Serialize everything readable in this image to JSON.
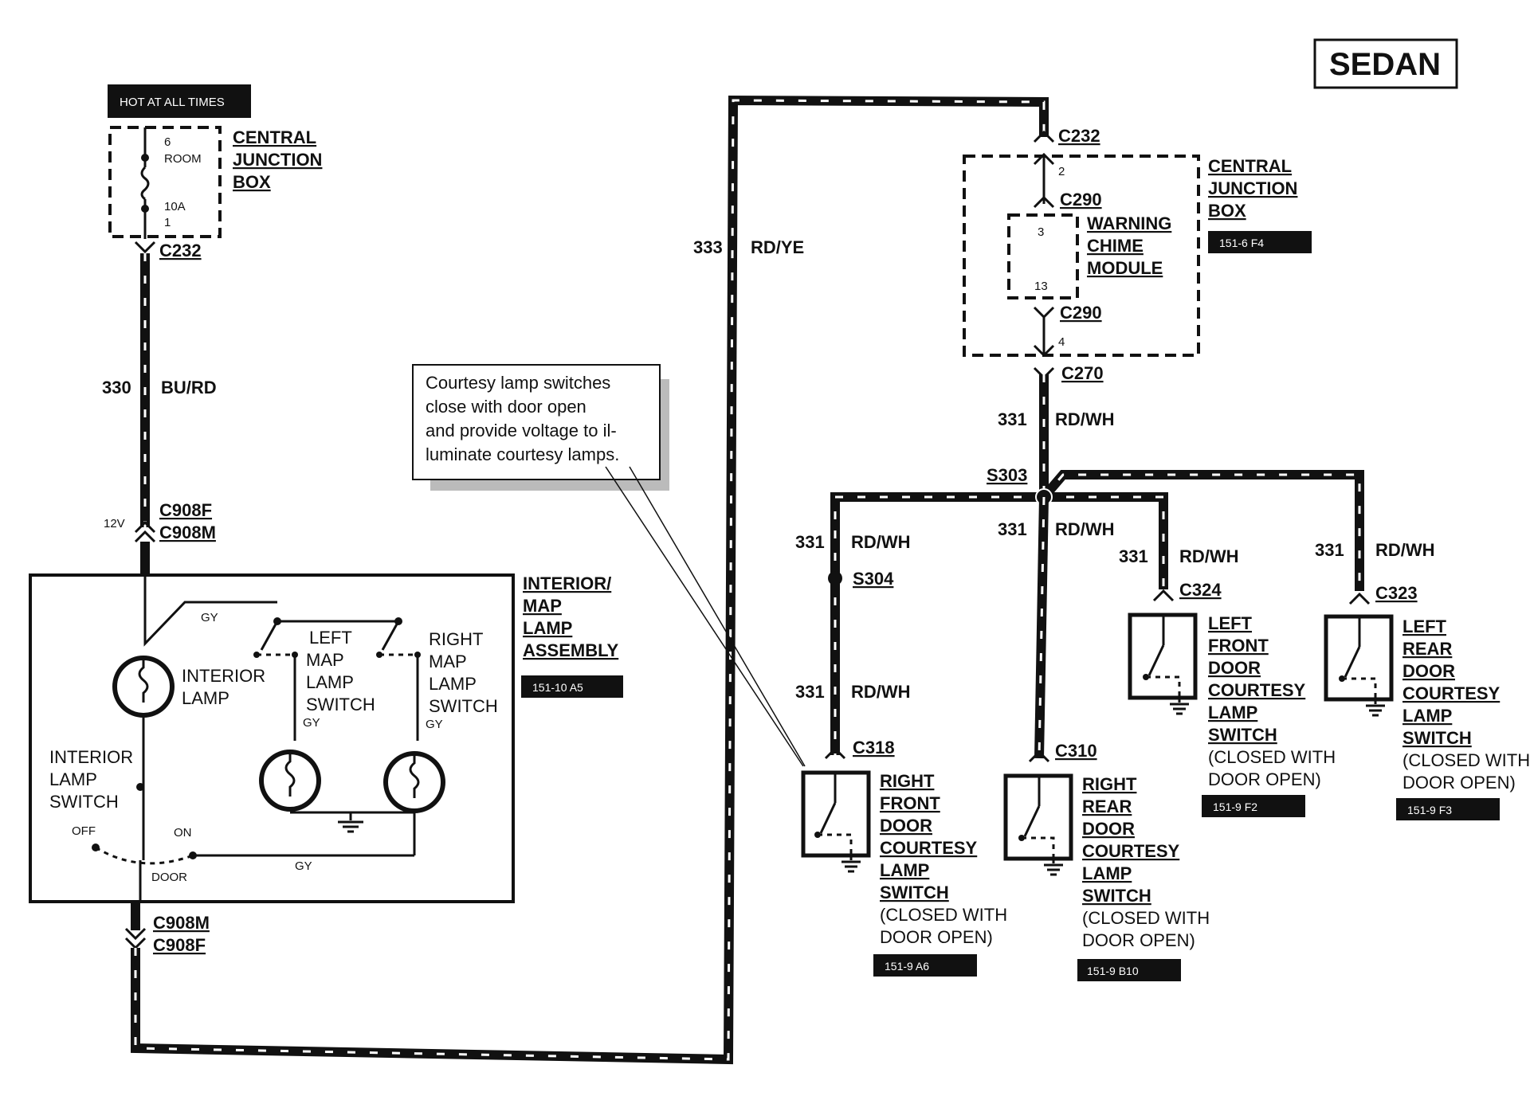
{
  "badge": "SEDAN",
  "left": {
    "hot_label": "HOT AT ALL TIMES",
    "fuse_top_num": "6",
    "fuse_name": "ROOM",
    "fuse_rating": "10A",
    "fuse_bottom_num": "1",
    "cjb": [
      "CENTRAL",
      "JUNCTION",
      "BOX"
    ],
    "c232": "C232",
    "wire_num": "330",
    "wire_color": "BU/RD",
    "voltage": "12V",
    "c908f_top": "C908F",
    "c908m_top": "C908M",
    "gy_top": "GY",
    "left_map": [
      "LEFT",
      "MAP",
      "LAMP",
      "SWITCH"
    ],
    "right_map": [
      "RIGHT",
      "MAP",
      "LAMP",
      "SWITCH"
    ],
    "gy_left": "GY",
    "gy_right": "GY",
    "interior_lamp": [
      "INTERIOR",
      "LAMP"
    ],
    "interior_switch": [
      "INTERIOR",
      "LAMP",
      "SWITCH"
    ],
    "off": "OFF",
    "on": "ON",
    "door": "DOOR",
    "gy_bottom": "GY",
    "assembly": [
      "INTERIOR/",
      "MAP",
      "LAMP",
      "ASSEMBLY"
    ],
    "assembly_ref": "151-10 A5",
    "c908m_bot": "C908M",
    "c908f_bot": "C908F"
  },
  "note": [
    "Courtesy lamp switches",
    "close with door open",
    "and provide voltage to il-",
    "luminate courtesy lamps."
  ],
  "mid": {
    "wire_num": "333",
    "wire_color": "RD/YE"
  },
  "right": {
    "c232": "C232",
    "pin2": "2",
    "c290_top": "C290",
    "pin3": "3",
    "pin13": "13",
    "chime": [
      "WARNING",
      "CHIME",
      "MODULE"
    ],
    "c290_bot": "C290",
    "pin4": "4",
    "cjb": [
      "CENTRAL",
      "JUNCTION",
      "BOX"
    ],
    "cjb_ref": "151-6 F4",
    "c270": "C270",
    "wire_num": "331",
    "wire_color": "RD/WH",
    "s303": "S303",
    "s304": "S304",
    "branches": [
      {
        "num": "331",
        "color": "RD/WH",
        "num2": "331",
        "color2": "RD/WH",
        "conn": "C318",
        "name": [
          "RIGHT",
          "FRONT",
          "DOOR",
          "COURTESY",
          "LAMP",
          "SWITCH"
        ],
        "note": [
          "(CLOSED WITH",
          "DOOR OPEN)"
        ],
        "ref": "151-9 A6"
      },
      {
        "num": "331",
        "color": "RD/WH",
        "conn": "C310",
        "name": [
          "RIGHT",
          "REAR",
          "DOOR",
          "COURTESY",
          "LAMP",
          "SWITCH"
        ],
        "note": [
          "(CLOSED WITH",
          "DOOR OPEN)"
        ],
        "ref": "151-9 B10"
      },
      {
        "num": "331",
        "color": "RD/WH",
        "conn": "C324",
        "name": [
          "LEFT",
          "FRONT",
          "DOOR",
          "COURTESY",
          "LAMP",
          "SWITCH"
        ],
        "note": [
          "(CLOSED WITH",
          "DOOR OPEN)"
        ],
        "ref": "151-9 F2"
      },
      {
        "num": "331",
        "color": "RD/WH",
        "conn": "C323",
        "name": [
          "LEFT",
          "REAR",
          "DOOR",
          "COURTESY",
          "LAMP",
          "SWITCH"
        ],
        "note": [
          "(CLOSED WITH",
          "DOOR OPEN)"
        ],
        "ref": "151-9 F3"
      }
    ]
  }
}
